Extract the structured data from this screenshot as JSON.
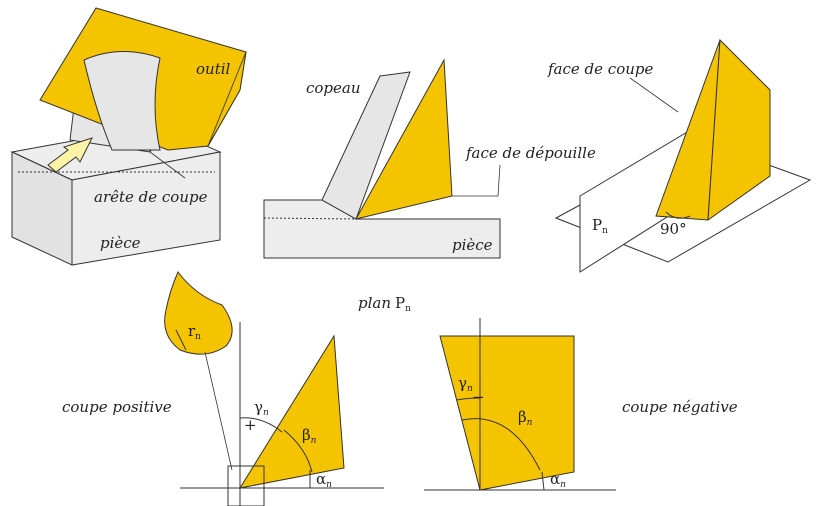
{
  "colors": {
    "tool_fill": "#F5C400",
    "workpiece_top": "#EDEDED",
    "workpiece_side": "#E2E2E2",
    "chip_fill": "#E6E6E6",
    "outline": "#333333",
    "arrow_fill": "#FFF3A8"
  },
  "top_left": {
    "tool": "outil",
    "edge": "arête de coupe",
    "workpiece": "pièce"
  },
  "top_middle": {
    "chip": "copeau",
    "flank": "face de dépouille",
    "workpiece": "pièce"
  },
  "top_right": {
    "rake_face": "face de coupe",
    "plane_letter": "P",
    "plane_sub": "n",
    "right_angle": "90°"
  },
  "bottom": {
    "plane_word": "plan",
    "plane_letter": "P",
    "plane_sub": "n",
    "radius_letter": "r",
    "radius_sub": "n",
    "positive": "coupe positive",
    "negative": "coupe négative",
    "gamma": "γ",
    "beta": "β",
    "alpha": "α",
    "angle_sub": "n",
    "plus_sign": "+",
    "minus_sign": "−"
  }
}
